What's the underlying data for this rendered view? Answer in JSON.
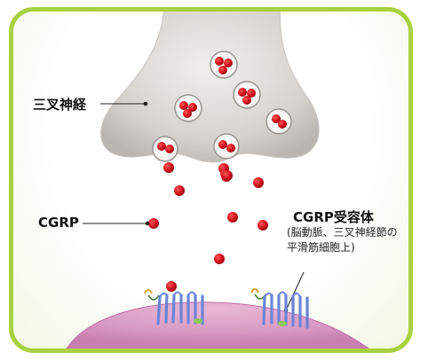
{
  "labels": {
    "trigeminal_nerve": "三叉神経",
    "cgrp": "CGRP",
    "receptor_title": "CGRP受容体",
    "receptor_detail_line1": "(脳動脈、三叉神経節の",
    "receptor_detail_line2": "平滑筋細胞上)"
  },
  "colors": {
    "frame_border": "#a8d040",
    "nerve_terminal": "#d9d6d2",
    "cgrp_molecule": "#c8101e",
    "cell_membrane": "#c97aa8",
    "receptor_helix": "#6a84d8",
    "receptor_loop": "#d9b13a"
  }
}
